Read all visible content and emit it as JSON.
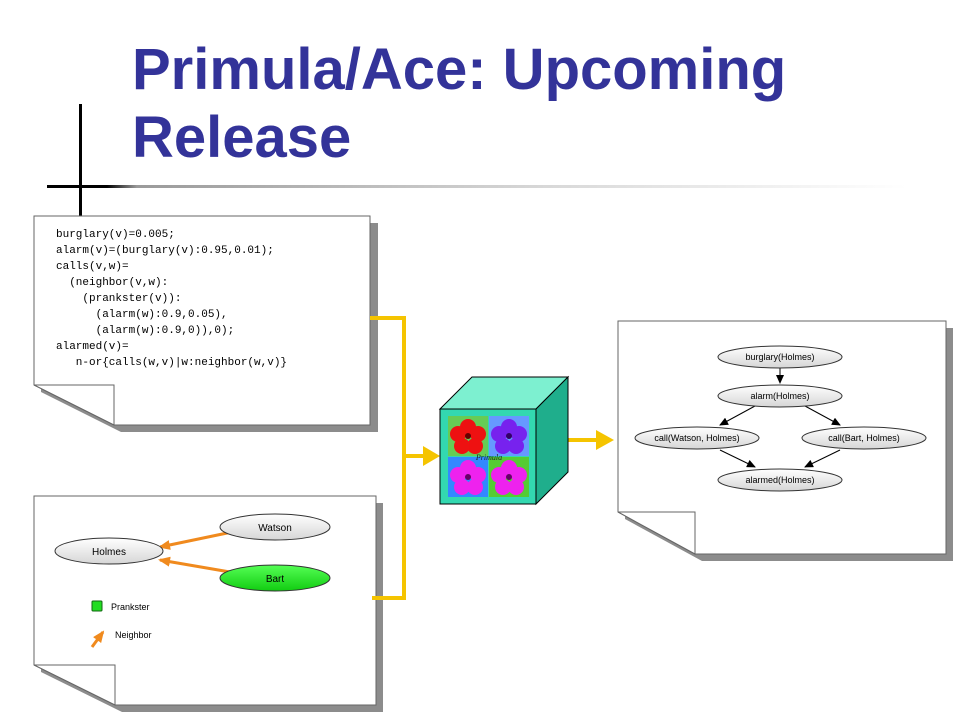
{
  "title": "Primula/Ace: Upcoming Release",
  "code_lines": [
    "burglary(v)=0.005;",
    "alarm(v)=(burglary(v):0.95,0.01);",
    "calls(v,w)=",
    "  (neighbor(v,w):",
    "    (prankster(v)):",
    "      (alarm(w):0.9,0.05),",
    "      (alarm(w):0.9,0)),0);",
    "alarmed(v)=",
    "   n-or{calls(w,v)|w:neighbor(w,v)}"
  ],
  "input_graph": {
    "nodes": {
      "watson": "Watson",
      "holmes": "Holmes",
      "bart": "Bart"
    },
    "legend": {
      "prankster": "Prankster",
      "neighbor": "Neighbor"
    }
  },
  "cube_label": "Primula",
  "bayes_net": {
    "nodes": {
      "burglary": "burglary(Holmes)",
      "alarm": "alarm(Holmes)",
      "call_watson": "call(Watson, Holmes)",
      "call_bart": "call(Bart, Holmes)",
      "alarmed": "alarmed(Holmes)"
    }
  },
  "colors": {
    "title": "#333399",
    "connector": "#f5c400",
    "neighbor_arrow": "#f08a1e",
    "prankster": "#22dd22",
    "cube_face": "#33d8b0"
  }
}
